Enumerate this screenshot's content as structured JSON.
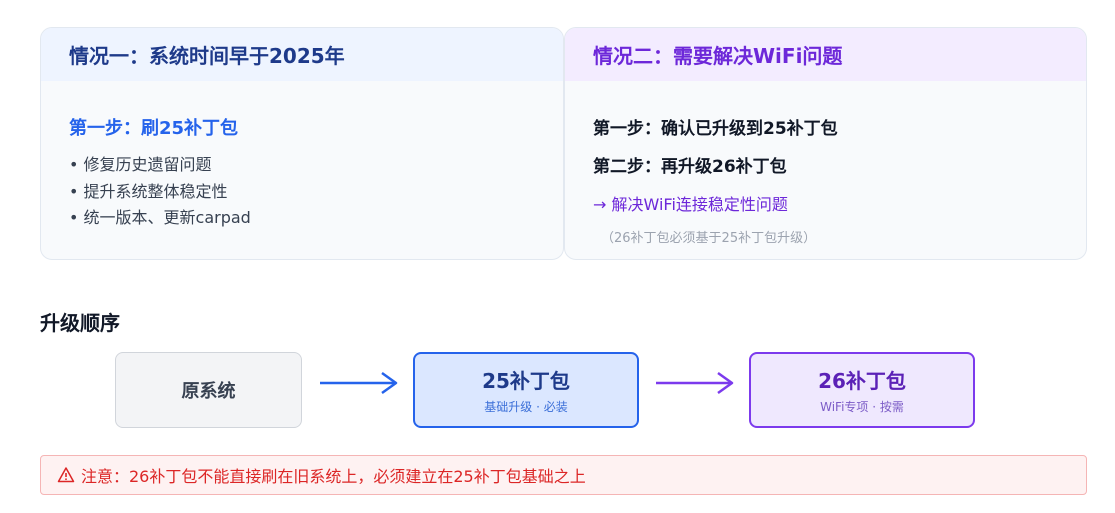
{
  "case1": {
    "title": "情况一：系统时间早于2025年",
    "step": "第一步：刷25补丁包",
    "items": [
      "• 修复历史遗留问题",
      "• 提升系统整体稳定性",
      "• 统一版本、更新carpad"
    ]
  },
  "case2": {
    "title": "情况二：需要解决WiFi问题",
    "step1": "第一步：确认已升级到25补丁包",
    "step2": "第二步：再升级26补丁包",
    "result": "→ 解决WiFi连接稳定性问题",
    "note": "（26补丁包必须基于25补丁包升级）"
  },
  "sequence": {
    "title": "升级顺序",
    "original": "原系统",
    "patch25": {
      "title": "25补丁包",
      "sub": "基础升级 · 必装"
    },
    "patch26": {
      "title": "26补丁包",
      "sub": "WiFi专项 · 按需"
    }
  },
  "warning": {
    "icon": "warning-triangle-icon",
    "text": "注意：26补丁包不能直接刷在旧系统上，必须建立在25补丁包基础之上"
  },
  "colors": {
    "blue": "#2563eb",
    "purple": "#7c3aed",
    "red": "#dc2626"
  }
}
